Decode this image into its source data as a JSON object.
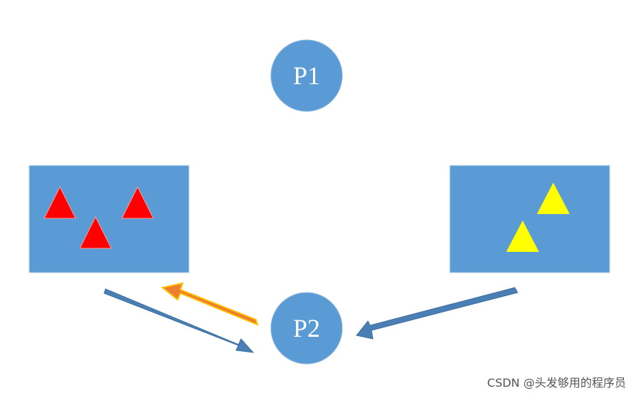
{
  "colors": {
    "process_fill": "#5b9bd5",
    "box_fill": "#5b9bd5",
    "box_border": "#a9c7e6",
    "red_triangle": "#ff0000",
    "yellow_triangle": "#ffff00",
    "blue_arrow": "#4a7fb5",
    "orange_arrow": "#ed7d31",
    "orange_arrow_border": "#ffc000"
  },
  "nodes": {
    "p1": {
      "label": "P1"
    },
    "p2": {
      "label": "P2"
    }
  },
  "boxes": {
    "left": {
      "triangle_color": "red",
      "triangle_count": 3
    },
    "right": {
      "triangle_color": "yellow",
      "triangle_count": 2
    }
  },
  "watermark": "CSDN @头发够用的程序员"
}
